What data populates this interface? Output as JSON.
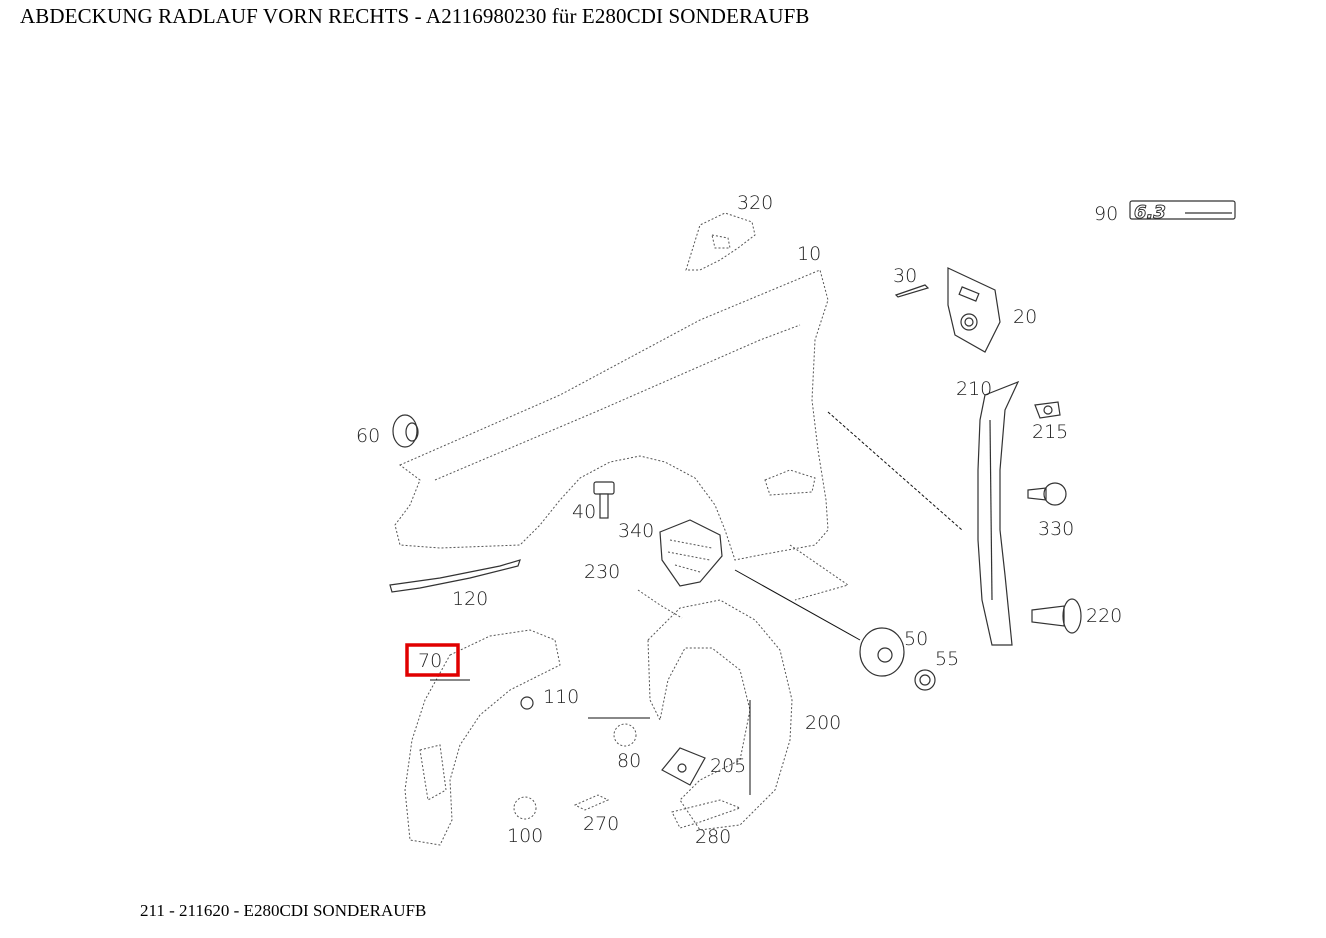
{
  "header": {
    "title": "ABDECKUNG RADLAUF VORN RECHTS - A2116980230 für E280CDI SONDERAUFB"
  },
  "footer": {
    "text": "211 - 211620 - E280CDI SONDERAUFB"
  },
  "diagram": {
    "highlight_color": "#e00000",
    "highlighted_part": "70",
    "parts": [
      {
        "key": "p320",
        "label": "320"
      },
      {
        "key": "p10",
        "label": "10"
      },
      {
        "key": "p90",
        "label": "90"
      },
      {
        "key": "p30",
        "label": "30"
      },
      {
        "key": "p20",
        "label": "20"
      },
      {
        "key": "p210",
        "label": "210"
      },
      {
        "key": "p215",
        "label": "215"
      },
      {
        "key": "p60",
        "label": "60"
      },
      {
        "key": "p40",
        "label": "40"
      },
      {
        "key": "p340",
        "label": "340"
      },
      {
        "key": "p330",
        "label": "330"
      },
      {
        "key": "p230",
        "label": "230"
      },
      {
        "key": "p120",
        "label": "120"
      },
      {
        "key": "p220",
        "label": "220"
      },
      {
        "key": "p50",
        "label": "50"
      },
      {
        "key": "p55",
        "label": "55"
      },
      {
        "key": "p70",
        "label": "70"
      },
      {
        "key": "p110",
        "label": "110"
      },
      {
        "key": "p200",
        "label": "200"
      },
      {
        "key": "p80",
        "label": "80"
      },
      {
        "key": "p205",
        "label": "205"
      },
      {
        "key": "p270",
        "label": "270"
      },
      {
        "key": "p100",
        "label": "100"
      },
      {
        "key": "p280",
        "label": "280"
      }
    ],
    "emblem_text": "6.3"
  }
}
